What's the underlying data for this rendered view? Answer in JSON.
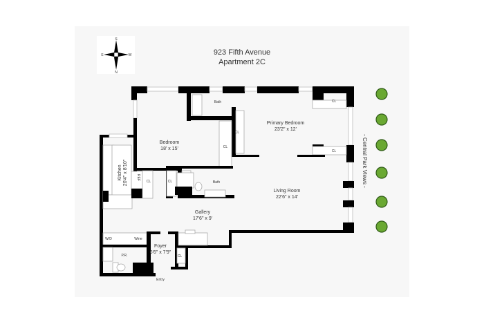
{
  "title": {
    "line1": "923 Fifth Avenue",
    "line2": "Apartment 2C"
  },
  "compass": {
    "n": "N",
    "s": "S",
    "e": "E",
    "w": "W"
  },
  "rooms": {
    "bedroom": {
      "name": "Bedroom",
      "size": "18' x 15'"
    },
    "primary_bedroom": {
      "name": "Primary Bedroom",
      "size": "23'2\" x 12'"
    },
    "living_room": {
      "name": "Living Room",
      "size": "22'6\" x 14'"
    },
    "kitchen": {
      "name": "Kitchen",
      "size": "20'4\" x 8'10\""
    },
    "gallery": {
      "name": "Gallery",
      "size": "17'6\" x 9'"
    },
    "foyer": {
      "name": "Foyer",
      "size": "6'6\" x 7'9\""
    }
  },
  "labels": {
    "bath1": "Bath",
    "bath2": "Bath",
    "cl": "CL",
    "ref": "REF",
    "wd": "W/D",
    "wine": "Wine",
    "pr": "P.R.",
    "entry": "Entry"
  },
  "view_label": "- Central Park Views -",
  "colors": {
    "wall": "#000000",
    "tree": "#6aa832",
    "background": "#f7f7f7"
  }
}
